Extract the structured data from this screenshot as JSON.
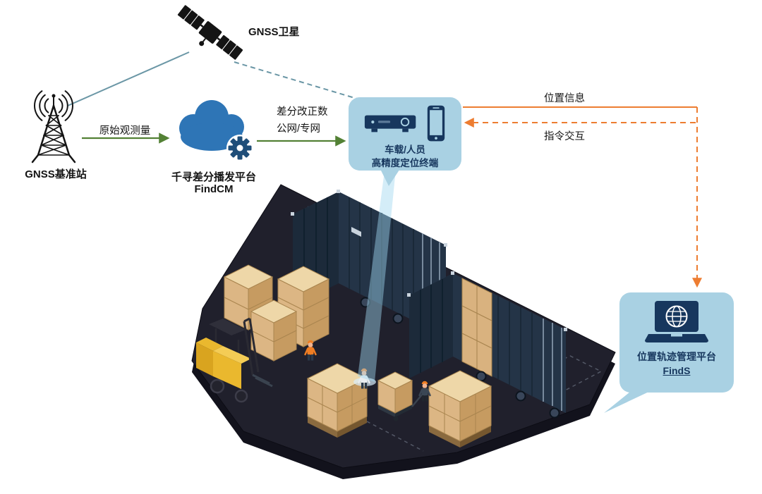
{
  "nodes": {
    "satellite": {
      "label": "GNSS卫星"
    },
    "base_station": {
      "label": "GNSS基准站"
    },
    "cloud_platform": {
      "name": "千寻差分播发平台",
      "product": "FindCM"
    },
    "terminal": {
      "line1": "车载/人员",
      "line2": "高精度定位终端"
    },
    "management_platform": {
      "name": "位置轨迹管理平台",
      "product": "FindS"
    }
  },
  "links": {
    "raw_observation": "原始观测量",
    "corrections_line1": "差分改正数",
    "corrections_line2": "公网/专网",
    "position_info": "位置信息",
    "command_exchange": "指令交互"
  },
  "icons": {
    "satellite": "gnss-satellite-icon",
    "base_station": "radio-tower-icon",
    "cloud": "cloud-gear-icon",
    "vehicle_device": "vehicle-terminal-icon",
    "smartphone": "smartphone-icon",
    "laptop_globe": "laptop-globe-icon"
  },
  "colors": {
    "cloud_blue": "#2e75b6",
    "gear_blue": "#1f4e79",
    "panel_blue": "#a9d1e3",
    "navy_text": "#17375e",
    "green_arrow": "#538135",
    "orange_arrow": "#ed7d31",
    "teal_line": "#6b97a6",
    "container_navy": "#243447",
    "platform_dark": "#20202c",
    "carton_tan": "#dcb684",
    "forklift_yellow": "#eab82e"
  }
}
